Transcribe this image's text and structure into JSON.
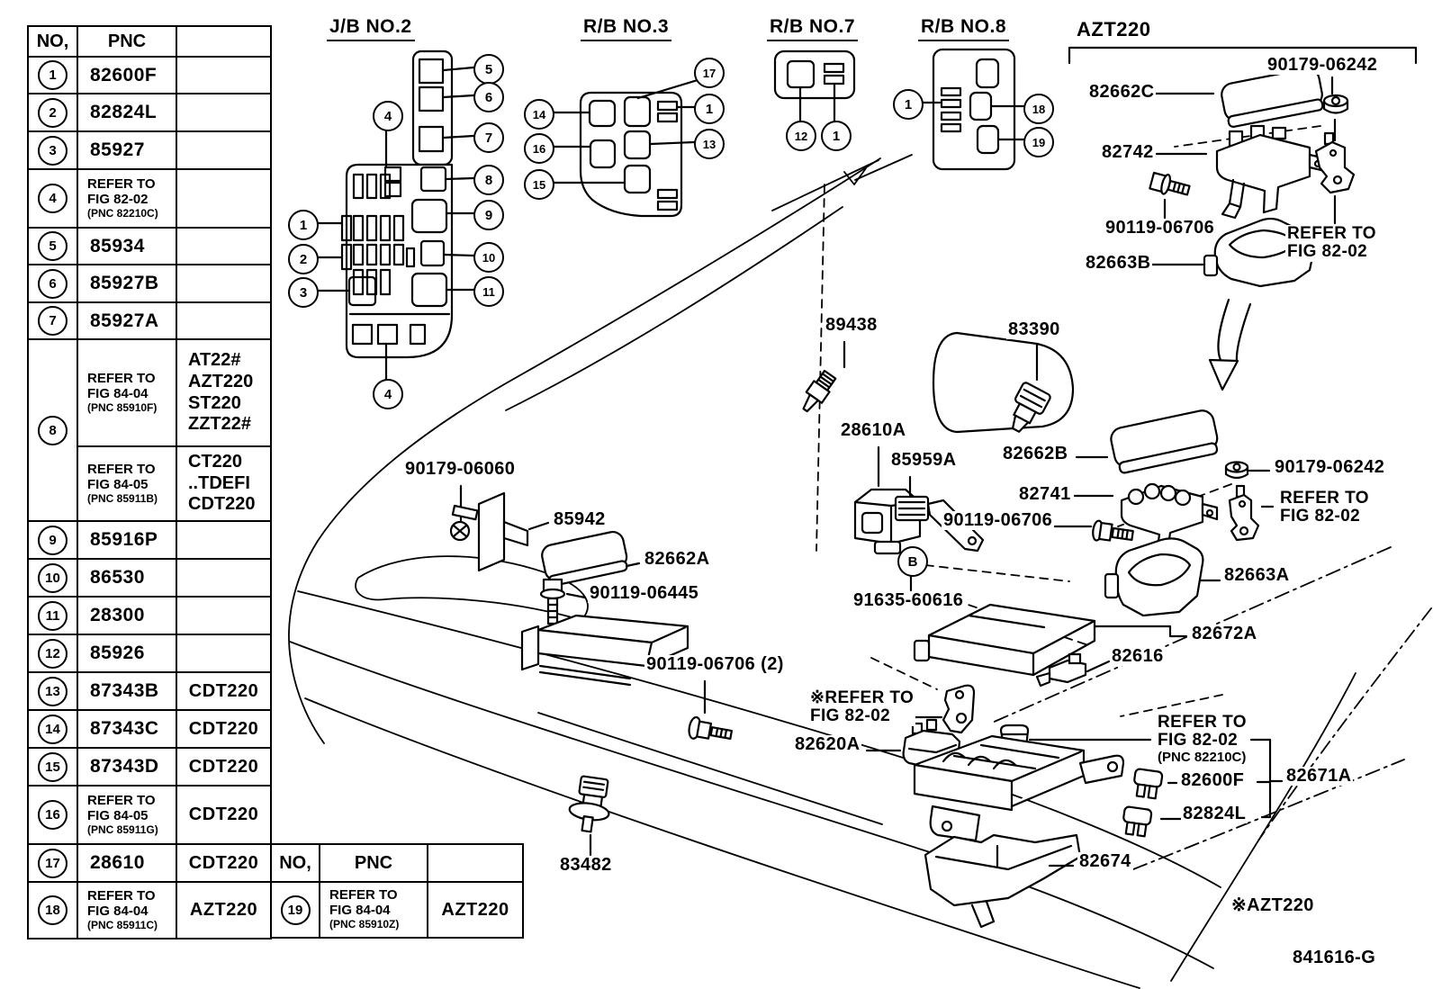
{
  "doc": {
    "drawing_number": "841616-G",
    "footnote_model": "※AZT220"
  },
  "parts_table": {
    "headers": {
      "no": "NO,",
      "pnc": "PNC",
      "note": ""
    },
    "rows": [
      {
        "no": "1",
        "pnc": "82600F",
        "note": ""
      },
      {
        "no": "2",
        "pnc": "82824L",
        "note": ""
      },
      {
        "no": "3",
        "pnc": "85927",
        "note": ""
      },
      {
        "no": "4",
        "pnc": "REFER TO\nFIG 82-02",
        "pnc_sub": "(PNC 82210C)",
        "note": ""
      },
      {
        "no": "5",
        "pnc": "85934",
        "note": ""
      },
      {
        "no": "6",
        "pnc": "85927B",
        "note": ""
      },
      {
        "no": "7",
        "pnc": "85927A",
        "note": ""
      },
      {
        "no": "8",
        "sub_rows": [
          {
            "pnc": "REFER TO\nFIG 84-04",
            "pnc_sub": "(PNC 85910F)",
            "note": "AT22#\nAZT220\nST220\nZZT22#"
          },
          {
            "pnc": "REFER TO\nFIG 84-05",
            "pnc_sub": "(PNC 85911B)",
            "note": "CT220\n..TDEFI\nCDT220"
          }
        ]
      },
      {
        "no": "9",
        "pnc": "85916P",
        "note": ""
      },
      {
        "no": "10",
        "pnc": "86530",
        "note": ""
      },
      {
        "no": "11",
        "pnc": "28300",
        "note": ""
      },
      {
        "no": "12",
        "pnc": "85926",
        "note": ""
      },
      {
        "no": "13",
        "pnc": "87343B",
        "note": "CDT220"
      },
      {
        "no": "14",
        "pnc": "87343C",
        "note": "CDT220"
      },
      {
        "no": "15",
        "pnc": "87343D",
        "note": "CDT220"
      },
      {
        "no": "16",
        "pnc": "REFER TO\nFIG 84-05",
        "pnc_sub": "(PNC 85911G)",
        "note": "CDT220"
      },
      {
        "no": "17",
        "pnc": "28610",
        "note": "CDT220"
      },
      {
        "no": "18",
        "pnc": "REFER TO\nFIG 84-04",
        "pnc_sub": "(PNC 85911C)",
        "note": "AZT220"
      }
    ]
  },
  "parts_table_2": {
    "headers": {
      "no": "NO,",
      "pnc": "PNC",
      "note": ""
    },
    "rows": [
      {
        "no": "19",
        "pnc": "REFER TO\nFIG 84-04",
        "pnc_sub": "(PNC 85910Z)",
        "note": "AZT220"
      }
    ]
  },
  "insets": {
    "jb2": {
      "title": "J/B NO.2",
      "callouts": {
        "c5": "5",
        "c6": "6",
        "c7": "7",
        "c8": "8",
        "c9": "9",
        "c10": "10",
        "c11": "11",
        "c4_top": "4",
        "c1": "1",
        "c2": "2",
        "c3": "3",
        "c4_bottom": "4"
      }
    },
    "rb3": {
      "title": "R/B NO.3",
      "callouts": {
        "c17": "17",
        "c1": "1",
        "c13": "13",
        "c14": "14",
        "c16": "16",
        "c15": "15"
      }
    },
    "rb7": {
      "title": "R/B NO.7",
      "callouts": {
        "c12": "12",
        "c1": "1"
      }
    },
    "rb8": {
      "title": "R/B NO.8",
      "callouts": {
        "c1": "1",
        "c18": "18",
        "c19": "19"
      }
    }
  },
  "azt220_detail": {
    "title": "AZT220",
    "labels": {
      "nut_top": "90179-06242",
      "cover": "82662C",
      "relay_block": "82742",
      "bolt": "90119-06706",
      "lower_cover": "82663B",
      "bracket_ref": "REFER TO\nFIG 82-02"
    }
  },
  "main_diagram": {
    "labels": {
      "sensor": "89438",
      "oil_pressure_switch": "83390",
      "relay": "28610A",
      "clip": "85959A",
      "cover_b": "82662B",
      "nut_mid": "90179-06242",
      "relay_block_b": "82741",
      "bracket_ref_b": "REFER TO\nFIG 82-02",
      "bolt_mid": "90119-06706",
      "bolt_pair": "90119-06706 (2)",
      "stud_callout": "B",
      "stud": "91635-60616",
      "lower_cover_b": "82663A",
      "nut_left": "90179-06060",
      "resistor": "85942",
      "cover_a": "82662A",
      "bolt_left": "90119-06445",
      "upper_cover": "82672A",
      "relay_small": "82616",
      "bracket_ref_star": "※REFER TO\nFIG 82-02",
      "relay_c": "82620A",
      "block_ref": "REFER TO\nFIG 82-02",
      "block_ref_sub": "(PNC 82210C)",
      "fuse_a": "82600F",
      "block_bracket": "82671A",
      "fuse_b": "82824L",
      "lower_cover_c": "82674",
      "sensor_b": "83482"
    }
  }
}
